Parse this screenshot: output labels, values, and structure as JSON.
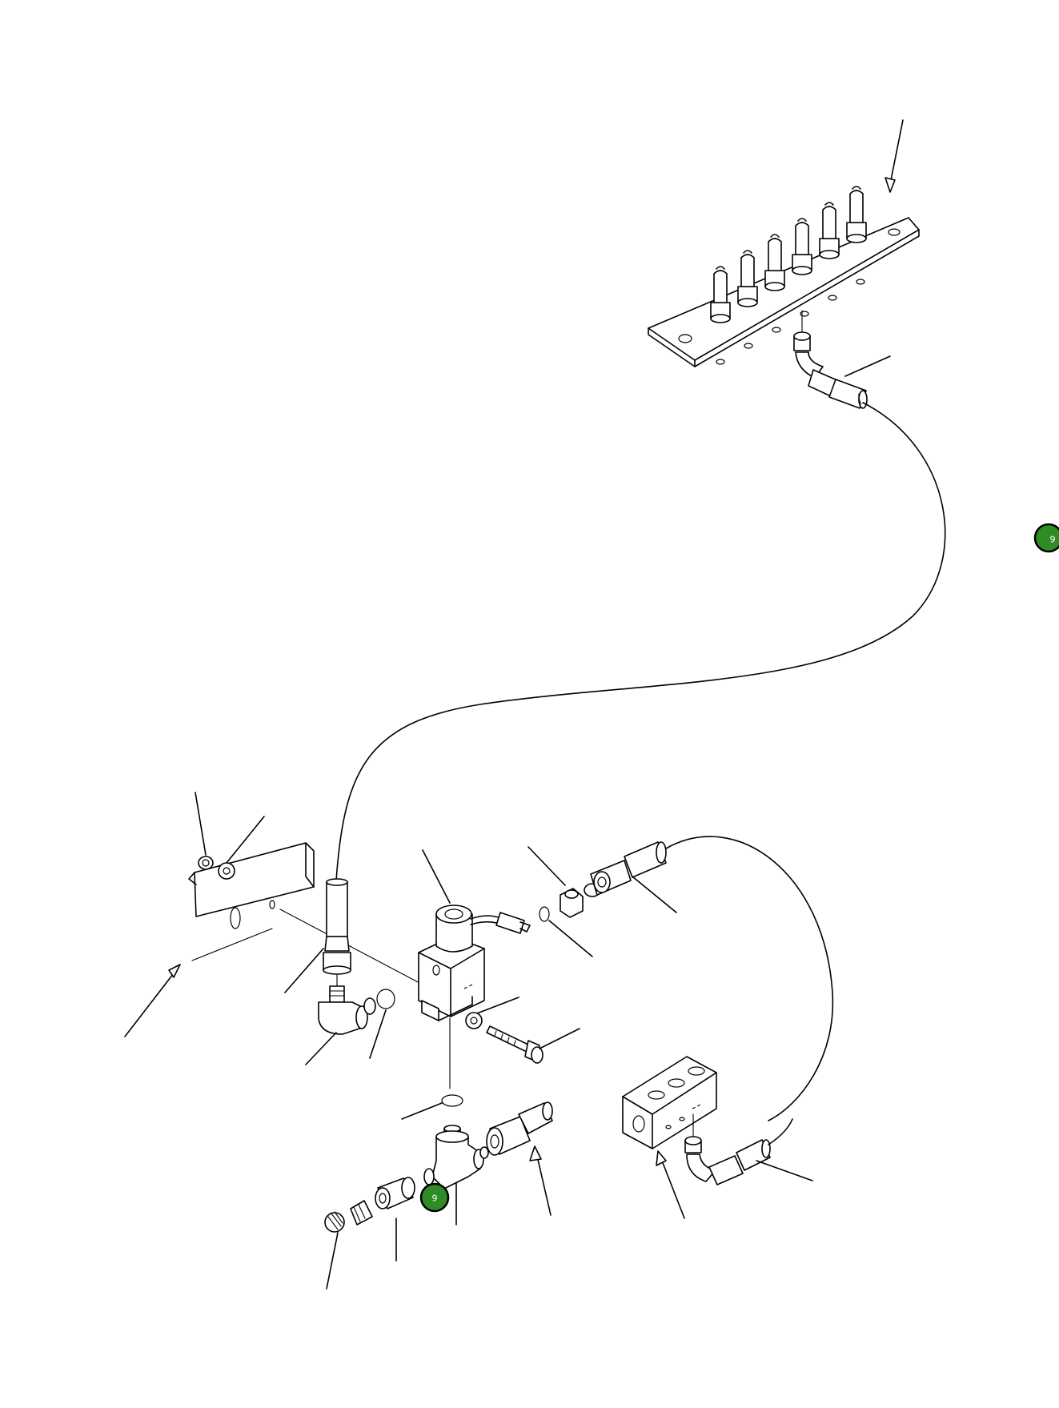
{
  "figure": {
    "callouts": [
      {
        "id": "callout-right-edge",
        "label": "9"
      },
      {
        "id": "callout-tee-fitting",
        "label": "9"
      }
    ]
  },
  "colors": {
    "line": "#000000",
    "background": "#ffffff",
    "callout_fill": "#2e8b25",
    "callout_text": "#ffffff"
  }
}
